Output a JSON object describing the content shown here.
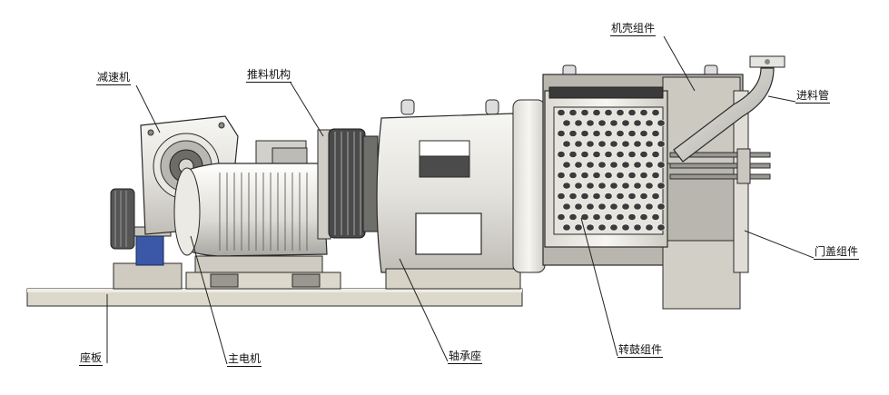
{
  "labels": {
    "shell": "机壳组件",
    "reducer": "减速机",
    "pusher": "推料机构",
    "feed_pipe": "进料管",
    "door_cover": "门盖组件",
    "base_plate": "座板",
    "main_motor": "主电机",
    "bearing_seat": "轴承座",
    "drum": "转鼓组件"
  },
  "colors": {
    "line": "#2a2a2a",
    "metal_light": "#eeeeea",
    "metal_mid": "#c9c7c0",
    "metal_dark": "#8d8b86",
    "base": "#d8d4c8",
    "blue_part": "#3a57a8",
    "hole": "#3b3b3b"
  }
}
